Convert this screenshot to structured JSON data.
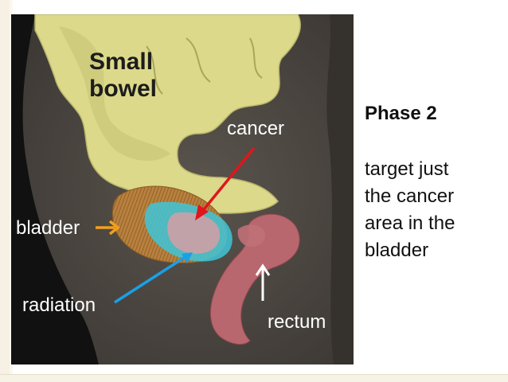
{
  "figure": {
    "labels": {
      "small_bowel_line1": "Small",
      "small_bowel_line2": "bowel",
      "cancer": "cancer",
      "bladder": "bladder",
      "radiation": "radiation",
      "rectum": "rectum"
    },
    "colors": {
      "background": "#4a4540",
      "small_bowel": "#dcd98a",
      "bladder": "#c98a3a",
      "radiation": "#3ec6d8",
      "cancer_area": "#c7a0a6",
      "rectum": "#b8676e",
      "arrow_cancer": "#e0161b",
      "arrow_bladder": "#f0a020",
      "arrow_radiation": "#1aa0e6",
      "arrow_rectum": "#ffffff"
    }
  },
  "side_panel": {
    "title": "Phase 2",
    "lines": [
      "target just",
      "the cancer",
      "area in the",
      "bladder"
    ]
  }
}
